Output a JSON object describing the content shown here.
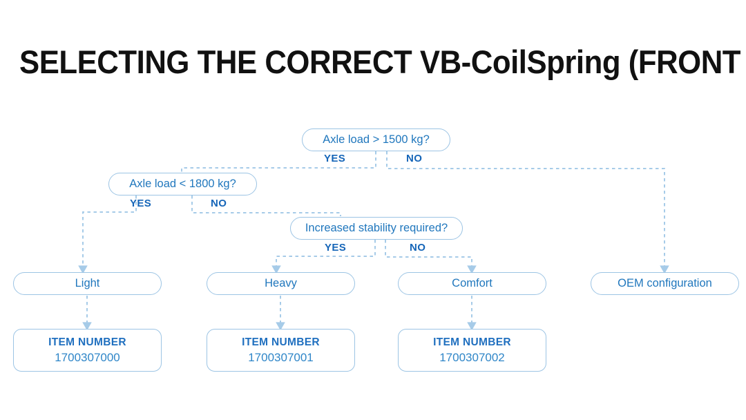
{
  "page": {
    "title": "SELECTING THE CORRECT VB-CoilSpring (FRONT AXLE)",
    "background": "#ffffff",
    "accent_text": "#2077bd",
    "accent_border": "#9cc4e4",
    "label_color": "#1565b8",
    "title_color": "#111111"
  },
  "diagram": {
    "type": "decision-flowchart",
    "decisions": [
      {
        "id": "q1",
        "text": "Axle load > 1500 kg?",
        "yes_label": "YES",
        "no_label": "NO"
      },
      {
        "id": "q2",
        "text": "Axle load < 1800 kg?",
        "yes_label": "YES",
        "no_label": "NO"
      },
      {
        "id": "q3",
        "text": "Increased stability required?",
        "yes_label": "YES",
        "no_label": "NO"
      }
    ],
    "outcomes": [
      {
        "id": "o1",
        "text": "Light"
      },
      {
        "id": "o2",
        "text": "Heavy"
      },
      {
        "id": "o3",
        "text": "Comfort"
      },
      {
        "id": "o4",
        "text": "OEM configuration"
      }
    ],
    "item_boxes": [
      {
        "id": "i1",
        "title": "ITEM NUMBER",
        "value": "1700307000"
      },
      {
        "id": "i2",
        "title": "ITEM NUMBER",
        "value": "1700307001"
      },
      {
        "id": "i3",
        "title": "ITEM NUMBER",
        "value": "1700307002"
      }
    ],
    "paths": [
      {
        "from": "q1",
        "branch": "YES",
        "to": "q2"
      },
      {
        "from": "q1",
        "branch": "NO",
        "to": "o4"
      },
      {
        "from": "q2",
        "branch": "YES",
        "to": "o1"
      },
      {
        "from": "q2",
        "branch": "NO",
        "to": "q3"
      },
      {
        "from": "q3",
        "branch": "YES",
        "to": "o2"
      },
      {
        "from": "q3",
        "branch": "NO",
        "to": "o3"
      },
      {
        "from": "o1",
        "branch": "",
        "to": "i1"
      },
      {
        "from": "o2",
        "branch": "",
        "to": "i2"
      },
      {
        "from": "o3",
        "branch": "",
        "to": "i3"
      }
    ]
  }
}
